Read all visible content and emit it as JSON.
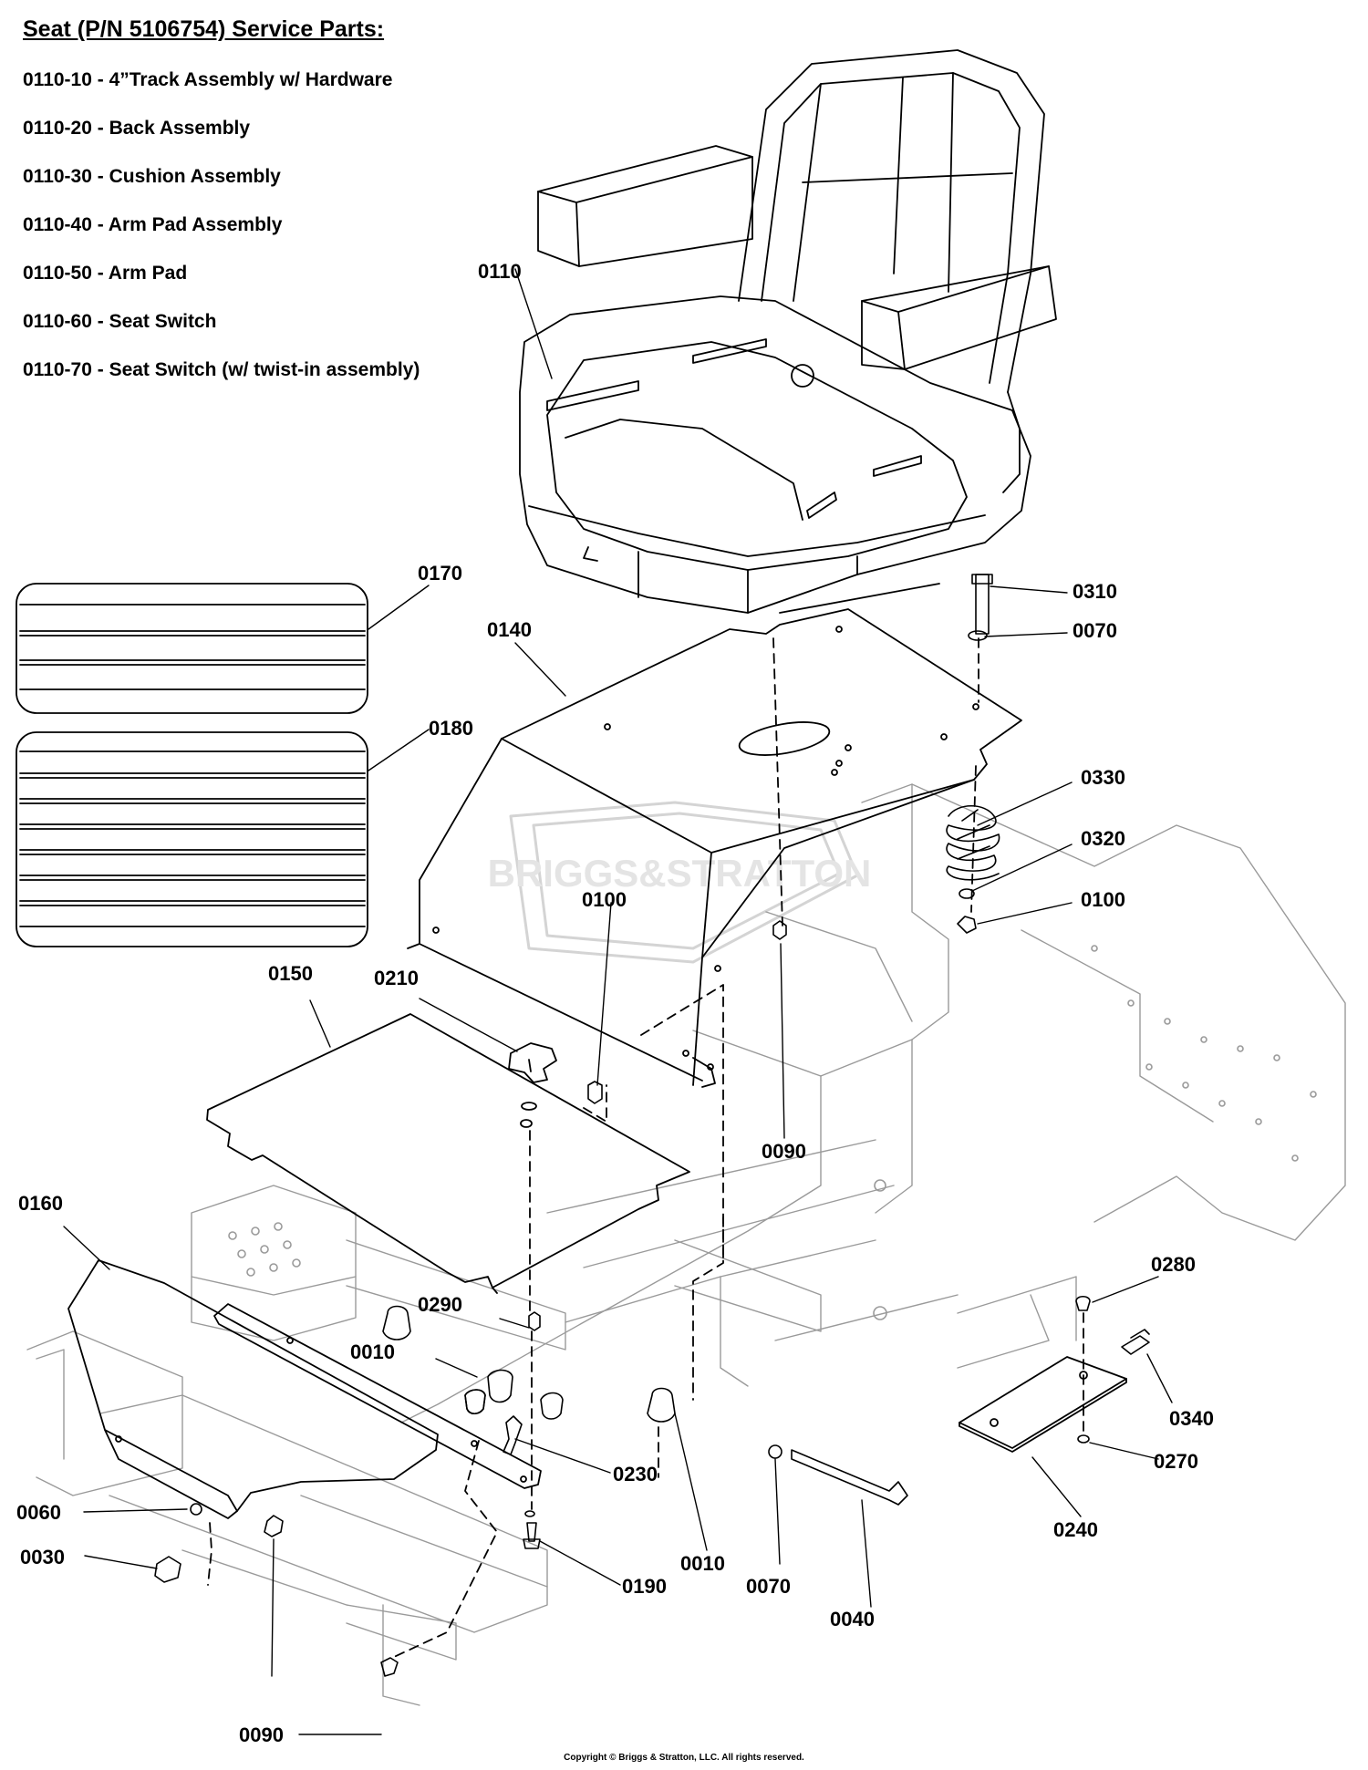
{
  "heading": "Seat (P/N 5106754) Service Parts:",
  "service_parts": [
    "0110-10 - 4”Track Assembly w/ Hardware",
    "0110-20 - Back Assembly",
    "0110-30 - Cushion Assembly",
    "0110-40 - Arm Pad Assembly",
    "0110-50 - Arm Pad",
    "0110-60 - Seat Switch",
    "0110-70 - Seat Switch (w/ twist-in assembly)"
  ],
  "callouts": {
    "seat": "0110",
    "decal_upper": "0170",
    "decal_lower": "0180",
    "seat_pan": "0140",
    "bolt_top": "0310",
    "washer_top": "0070",
    "spring": "0330",
    "washer_spring": "0320",
    "nut_spring": "0100",
    "nut_center": "0100",
    "nut_pan": "0090",
    "plate": "0150",
    "knob": "0210",
    "rear_panel": "0160",
    "grommet": "0290",
    "bumper_left": "0010",
    "bumper_right": "0010",
    "pin": "0230",
    "washer_left": "0060",
    "bolt_left": "0030",
    "screw_bottom": "0190",
    "washer_bottom": "0070",
    "long_bolt": "0040",
    "nut_bottom": "0090",
    "screw_cover": "0280",
    "latch": "0340",
    "washer_cover": "0270",
    "cover_plate": "0240"
  },
  "watermark": "BRIGGS&STRATTON",
  "copyright": "Copyright © Briggs & Stratton, LLC. All rights reserved."
}
